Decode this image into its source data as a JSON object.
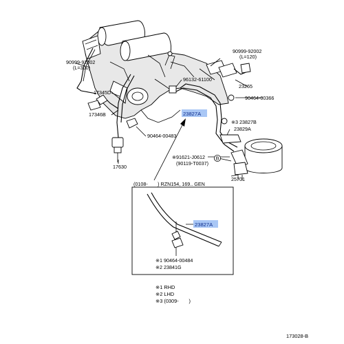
{
  "colors": {
    "highlight": "#a9c7f5",
    "highlight_text": "#0b2a8a",
    "ink": "#000000"
  },
  "labels": {
    "p_90999_92002_left": "90999-92002",
    "p_90999_92002_left_len": "(L=300)",
    "p_90999_92002_right": "90999-92002",
    "p_90999_92002_right_len": "(L=120)",
    "p_96132_61100": "96132-61100",
    "p_23265": "23265",
    "p_90464_00366": "90464-00366",
    "p_17345d": "17345D",
    "p_17346b": "17346B",
    "p_90464_00483": "90464-00483",
    "p_17630": "17630",
    "p_23827a_main": "23827A",
    "p_23827b": "※3 23827B",
    "p_23829a": "23829A",
    "p_91621": "※91621-J0612",
    "p_90119": "(90119-T0037)",
    "p_b_marker": "B",
    "p_25701": "25701",
    "p_23827a_inset": "23827A",
    "p_190464": "※1 90464-00484",
    "p_223841g": "※2 23841G"
  },
  "inset": {
    "header": "(0108-　　) RZN154, 169.. GEN"
  },
  "notes": [
    "※1  RHD",
    "※2  LHD",
    "※3  (0309-　　)"
  ],
  "figure_code": "173028-B"
}
